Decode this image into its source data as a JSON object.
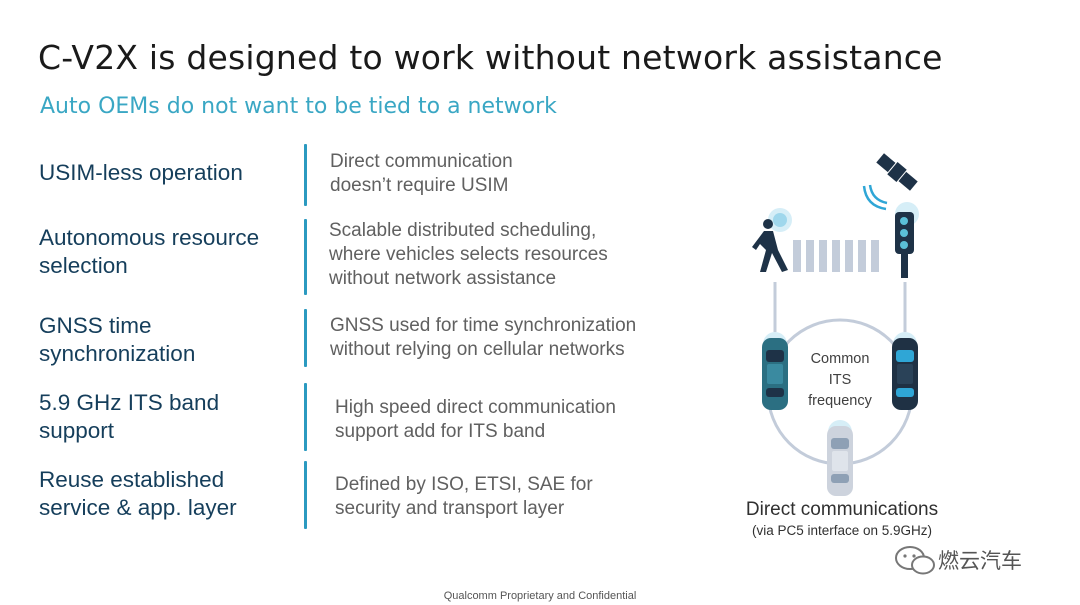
{
  "slide": {
    "title": "C-V2X is designed to work without network assistance",
    "subtitle": "Auto OEMs do not want to be tied to a network"
  },
  "features": [
    {
      "label_lines": [
        "USIM-less operation"
      ],
      "desc_lines": [
        "Direct communication",
        "doesn’t require USIM"
      ]
    },
    {
      "label_lines": [
        "Autonomous resource",
        "selection"
      ],
      "desc_lines": [
        "Scalable distributed scheduling,",
        "where vehicles selects resources",
        "without network assistance"
      ]
    },
    {
      "label_lines": [
        "GNSS time",
        "synchronization"
      ],
      "desc_lines": [
        "GNSS used for time synchronization",
        "without relying on cellular networks"
      ]
    },
    {
      "label_lines": [
        "5.9 GHz ITS band",
        "support"
      ],
      "desc_lines": [
        "High speed direct communication",
        "support add for ITS band"
      ]
    },
    {
      "label_lines": [
        "Reuse established",
        "service & app. layer"
      ],
      "desc_lines": [
        "Defined by ISO, ETSI, SAE for",
        "security and transport layer"
      ]
    }
  ],
  "diagram": {
    "center_lines": [
      "Common",
      "ITS",
      "frequency"
    ],
    "caption": "Direct communications",
    "caption_sub": "(via PC5 interface on 5.9GHz)",
    "icons": [
      "satellite-icon",
      "pedestrian-icon",
      "traffic-light-icon",
      "car-icon"
    ]
  },
  "footer": "Qualcomm Proprietary and Confidential",
  "watermark": "燃云汽车",
  "colors": {
    "title": "#1a1a1a",
    "subtitle": "#3aa7c4",
    "feature_text": "#153e5b",
    "divider": "#2b9ac0",
    "description": "#606060",
    "signal": "#5bc0d8"
  }
}
